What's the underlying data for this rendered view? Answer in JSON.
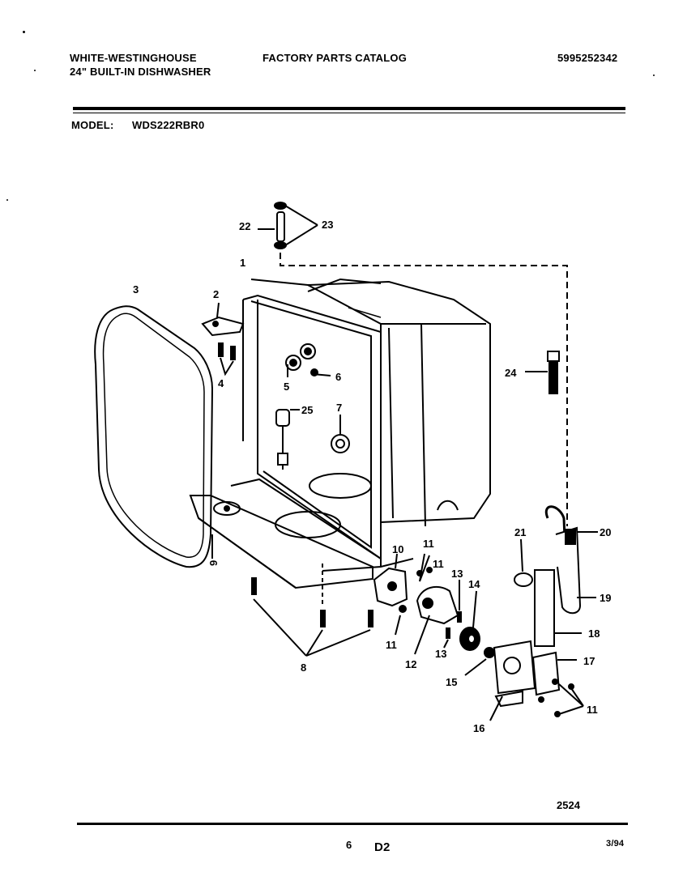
{
  "header": {
    "brand": "WHITE-WESTINGHOUSE",
    "product": "24\" BUILT-IN DISHWASHER",
    "catalog_title": "FACTORY PARTS CATALOG",
    "catalog_number": "5995252342",
    "model_label": "MODEL:",
    "model_number": "WDS222RBR0"
  },
  "diagram": {
    "callouts": [
      "1",
      "2",
      "3",
      "4",
      "5",
      "6",
      "7",
      "8",
      "9",
      "10",
      "11",
      "11",
      "11",
      "11",
      "12",
      "13",
      "13",
      "14",
      "15",
      "16",
      "17",
      "18",
      "19",
      "20",
      "21",
      "22",
      "23",
      "24",
      "25"
    ],
    "drawing_number": "2524"
  },
  "footer": {
    "page_number": "6",
    "section": "D2",
    "date": "3/94"
  }
}
